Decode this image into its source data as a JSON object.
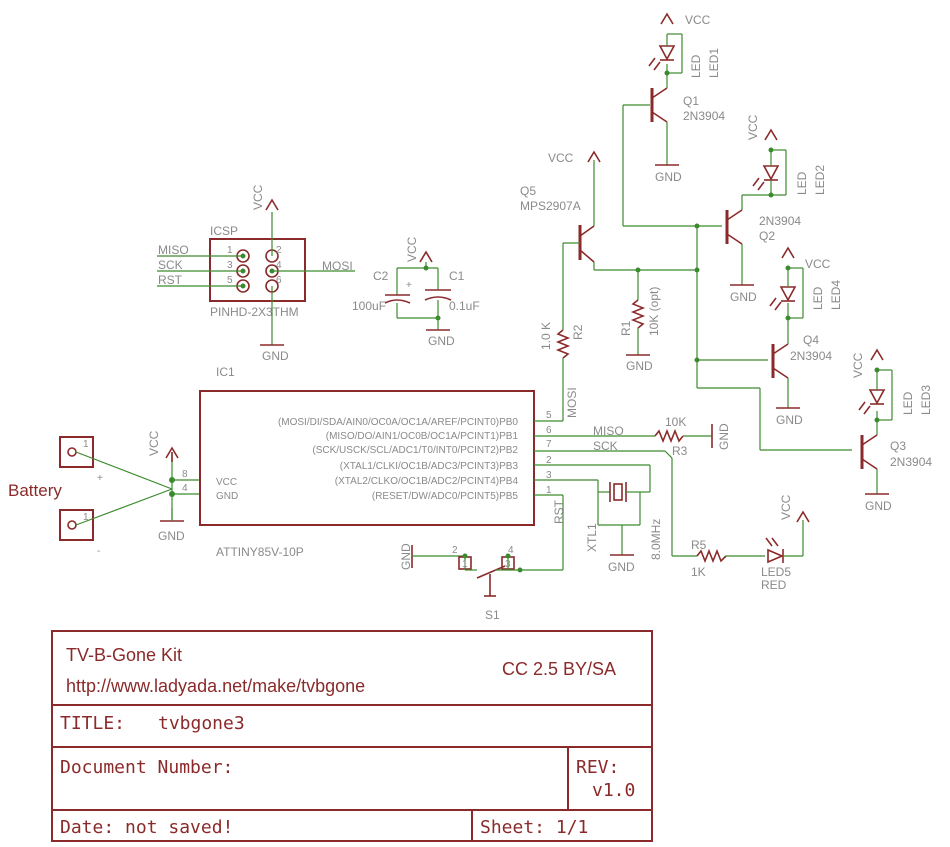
{
  "parts": {
    "battery": {
      "label": "Battery",
      "plus": "+",
      "minus": "-",
      "pin": "1"
    },
    "icsp": {
      "name": "ICSP",
      "package": "PINHD-2X3THM",
      "vcc": "VCC",
      "gnd": "GND",
      "miso": "MISO",
      "sck": "SCK",
      "rst": "RST",
      "mosi": "MOSI",
      "pins": [
        "1",
        "2",
        "3",
        "4",
        "5",
        "6"
      ]
    },
    "c2": {
      "name": "C2",
      "value": "100uF",
      "plus": "+"
    },
    "c1": {
      "name": "C1",
      "value": "0.1uF"
    },
    "cap_vcc": "VCC",
    "cap_gnd": "GND",
    "ic1": {
      "name": "IC1",
      "part": "ATTINY85V-10P",
      "pins": [
        "(MOSI/DI/SDA/AIN0/OC0A/OC1A/AREF/PCINT0)PB0",
        "(MISO/DO/AIN1/OC0B/OC1A/PCINT1)PB1",
        "(SCK/USCK/SCL/ADC1/T0/INT0/PCINT2)PB2",
        "(XTAL1/CLKI/OC1B/ADC3/PCINT3)PB3",
        "(XTAL2/CLKO/OC1B/ADC2/PCINT4)PB4",
        "(RESET/DW/ADC0/PCINT5)PB5"
      ],
      "pin_numbers": [
        "5",
        "6",
        "7",
        "2",
        "3",
        "1"
      ],
      "vcc": "VCC",
      "gnd": "GND",
      "vcc_pin": "8",
      "gnd_pin": "4",
      "ext_vcc": "VCC",
      "ext_gnd": "GND"
    },
    "net_labels": {
      "mosi": "MOSI",
      "miso": "MISO",
      "sck": "SCK",
      "rst": "RST"
    },
    "q5": {
      "name": "Q5",
      "part": "MPS2907A",
      "vcc": "VCC"
    },
    "r2": {
      "name": "R2",
      "value": "1.0 K"
    },
    "r1": {
      "name": "R1",
      "value": "10K (opt)",
      "gnd": "GND"
    },
    "r3": {
      "name": "R3",
      "value": "10K",
      "gnd": "GND"
    },
    "r5": {
      "name": "R5",
      "value": "1K"
    },
    "led5": {
      "name": "LED5",
      "color": "RED",
      "vcc": "VCC"
    },
    "xtl1": {
      "name": "XTL1",
      "value": "8.0MHz",
      "gnd": "GND"
    },
    "s1": {
      "name": "S1",
      "gnd": "GND",
      "pins": [
        "2",
        "1",
        "4",
        "3"
      ]
    },
    "q1": {
      "name": "Q1",
      "part": "2N3904",
      "gnd": "GND"
    },
    "q2": {
      "name": "Q2",
      "part": "2N3904",
      "gnd": "GND"
    },
    "q3": {
      "name": "Q3",
      "part": "2N3904",
      "gnd": "GND"
    },
    "q4": {
      "name": "Q4",
      "part": "2N3904",
      "gnd": "GND"
    },
    "led1": {
      "name": "LED1",
      "type": "LED",
      "vcc": "VCC"
    },
    "led2": {
      "name": "LED2",
      "type": "LED",
      "vcc": "VCC"
    },
    "led3": {
      "name": "LED3",
      "type": "LED",
      "vcc": "VCC"
    },
    "led4": {
      "name": "LED4",
      "type": "LED",
      "vcc": "VCC"
    }
  },
  "title_block": {
    "project": "TV-B-Gone Kit",
    "url": "http://www.ladyada.net/make/tvbgone",
    "license": "CC 2.5 BY/SA",
    "title_label": "TITLE:",
    "title_value": "tvbgone3",
    "doc_number_label": "Document Number:",
    "rev_label": "REV:",
    "rev_value": "v1.0",
    "date_label": "Date: not saved!",
    "sheet_label": "Sheet: 1/1"
  },
  "colors": {
    "wire": "#3c8a2e",
    "part": "#8b2a2a",
    "text": "#8a8a8a"
  }
}
